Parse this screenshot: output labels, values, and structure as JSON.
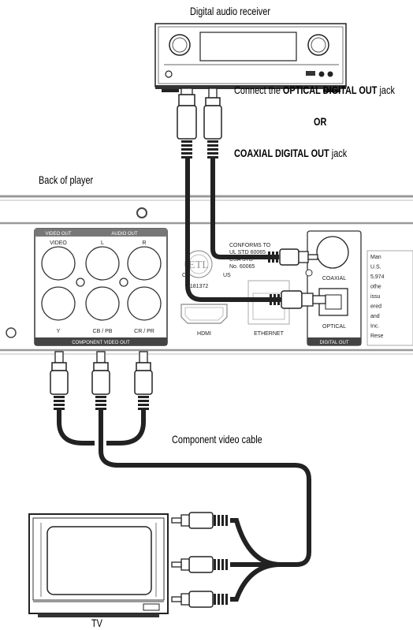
{
  "labels": {
    "receiver": "Digital audio receiver",
    "connect_prefix": "Connect the ",
    "optical_out": "OPTICAL DIGITAL OUT",
    "jack1": " jack",
    "or": "OR",
    "coaxial_out": "COAXIAL DIGITAL OUT",
    "jack2": " jack",
    "back_of_player": "Back of player",
    "component_cable": "Component video cable",
    "tv": "TV"
  },
  "panel": {
    "video_out": "VIDEO OUT",
    "video": "VIDEO",
    "audio_out": "AUDIO OUT",
    "audio_l": "L",
    "audio_r": "R",
    "y": "Y",
    "cb_pb": "CB / PB",
    "cr_pr": "CR / PR",
    "component_video_out": "COMPONENT VIDEO OUT",
    "hdmi": "HDMI",
    "ethernet": "ETHERNET",
    "coaxial": "COAXIAL",
    "optical": "OPTICAL",
    "digital_out": "DIGITAL OUT",
    "conforms_1": "CONFORMS TO",
    "conforms_2": "UL STD 60065",
    "conforms_3": "CSA STD",
    "conforms_4": "No. 60065",
    "cert_c": "C",
    "cert_us": "US",
    "cert_num": "3181372",
    "side_text": [
      "Man",
      "U.S.",
      "5,974",
      "othe",
      "issu",
      "ered",
      "and",
      "Inc.",
      "Rese"
    ]
  }
}
